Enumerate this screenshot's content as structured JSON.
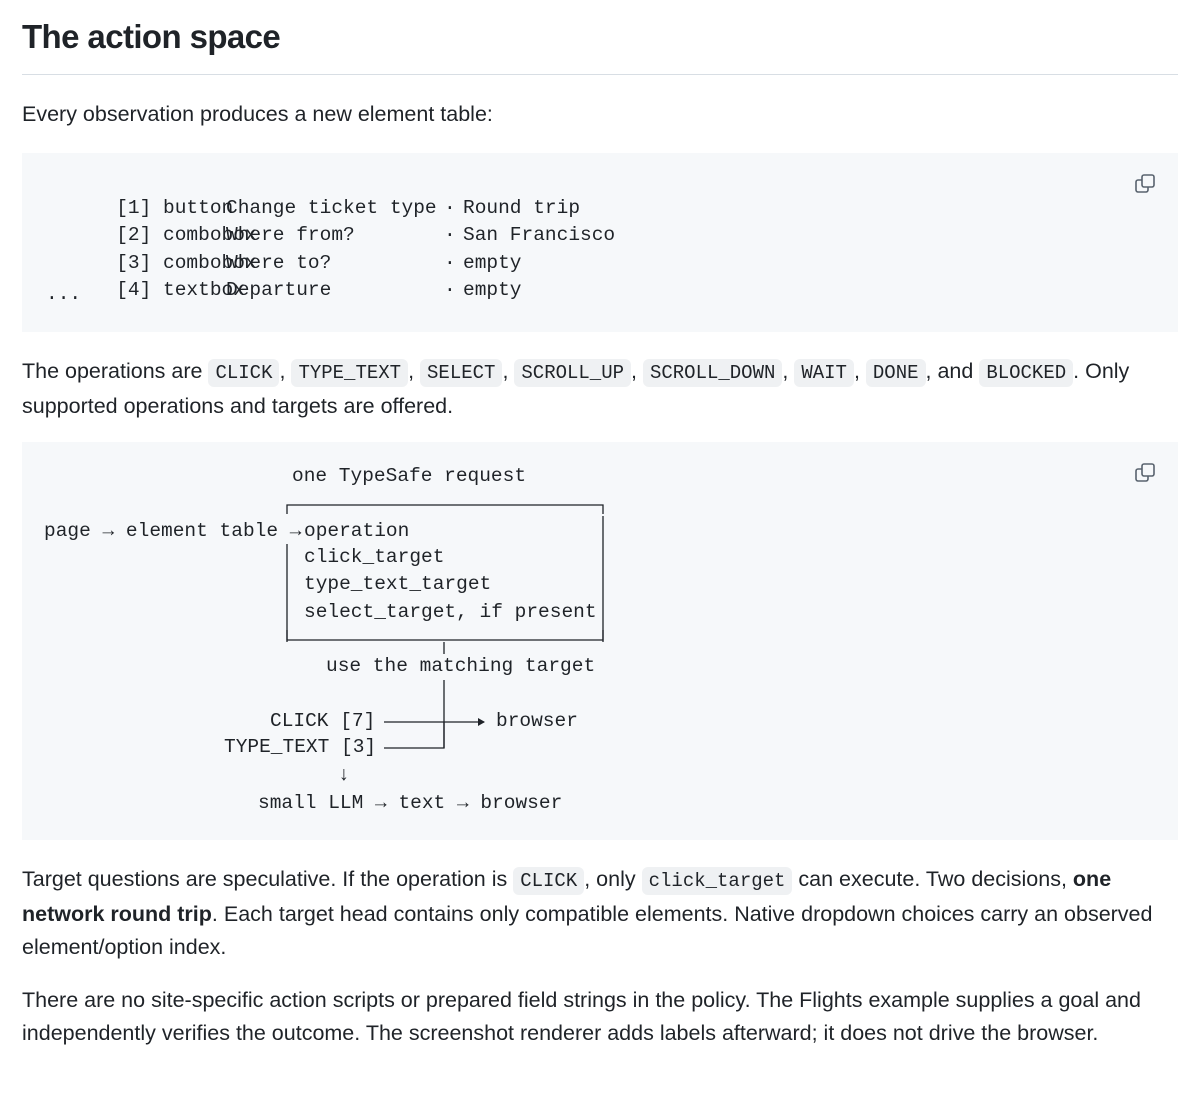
{
  "heading": "The action space",
  "intro": "Every observation produces a new element table:",
  "element_table": {
    "rows": [
      {
        "index": "[1]",
        "role": "button",
        "label": "Change ticket type",
        "sep": "·",
        "value": "Round trip"
      },
      {
        "index": "[2]",
        "role": "combobox",
        "label": "Where from?",
        "sep": "·",
        "value": "San Francisco"
      },
      {
        "index": "[3]",
        "role": "combobox",
        "label": "Where to?",
        "sep": "·",
        "value": "empty"
      },
      {
        "index": "[4]",
        "role": "textbox",
        "label": "Departure",
        "sep": "·",
        "value": "empty"
      }
    ],
    "ellipsis": "..."
  },
  "operations_paragraph": {
    "before": "The operations are",
    "ops": [
      "CLICK",
      "TYPE_TEXT",
      "SELECT",
      "SCROLL_UP",
      "SCROLL_DOWN",
      "WAIT",
      "DONE"
    ],
    "and_word": "and",
    "last_op": "BLOCKED",
    "after": ". Only supported operations and targets are offered."
  },
  "diagram": {
    "title": "one TypeSafe request",
    "page": "page",
    "element_table": "element table",
    "fields": [
      "operation",
      "click_target",
      "type_text_target",
      "select_target, if present"
    ],
    "use_label": "use the matching target",
    "click": "CLICK [7]",
    "type_text": "TYPE_TEXT [3]",
    "browser": "browser",
    "down_arrow": "↓",
    "small_llm": "small LLM",
    "text": "text",
    "browser2": "browser",
    "arrow": "→"
  },
  "target_paragraph": {
    "part1": "Target questions are speculative. If the operation is",
    "code1": "CLICK",
    "part2": ", only",
    "code2": "click_target",
    "part3": "can execute. Two decisions,",
    "bold": "one network round trip",
    "part4": ". Each target head contains only compatible elements. Native dropdown choices carry an observed element/option index."
  },
  "closing_paragraph": "There are no site-specific action scripts or prepared field strings in the policy. The Flights example supplies a goal and independently verifies the outcome. The screenshot renderer adds labels afterward; it does not drive the browser.",
  "icons": {
    "copy": "copy-icon"
  }
}
